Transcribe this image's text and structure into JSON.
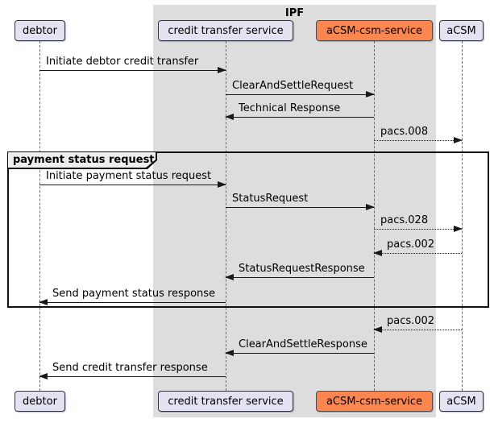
{
  "diagram": {
    "type": "uml-sequence-diagram",
    "box": {
      "title": "IPF",
      "fill": "#dddddd"
    },
    "participants": [
      {
        "label": "debtor",
        "fill": "#e2e2f0"
      },
      {
        "label": "credit transfer service",
        "fill": "#e2e2f0"
      },
      {
        "label": "aCSM-csm-service",
        "fill": "#fb8650"
      },
      {
        "label": "aCSM",
        "fill": "#e2e2f0"
      }
    ],
    "group": {
      "label": "payment status request"
    },
    "messages": [
      {
        "label": "Initiate debtor credit transfer",
        "from": "debtor",
        "to": "credit transfer service",
        "line": "solid",
        "direction": "right"
      },
      {
        "label": "ClearAndSettleRequest",
        "from": "credit transfer service",
        "to": "aCSM-csm-service",
        "line": "solid",
        "direction": "right"
      },
      {
        "label": "Technical Response",
        "from": "aCSM-csm-service",
        "to": "credit transfer service",
        "line": "solid",
        "direction": "left"
      },
      {
        "label": "pacs.008",
        "from": "aCSM-csm-service",
        "to": "aCSM",
        "line": "dotted",
        "direction": "right"
      },
      {
        "label": "Initiate payment status request",
        "from": "debtor",
        "to": "credit transfer service",
        "line": "solid",
        "direction": "right"
      },
      {
        "label": "StatusRequest",
        "from": "credit transfer service",
        "to": "aCSM-csm-service",
        "line": "solid",
        "direction": "right"
      },
      {
        "label": "pacs.028",
        "from": "aCSM-csm-service",
        "to": "aCSM",
        "line": "dotted",
        "direction": "right"
      },
      {
        "label": "pacs.002",
        "from": "aCSM",
        "to": "aCSM-csm-service",
        "line": "dotted",
        "direction": "left"
      },
      {
        "label": "StatusRequestResponse",
        "from": "aCSM-csm-service",
        "to": "credit transfer service",
        "line": "solid",
        "direction": "left"
      },
      {
        "label": "Send payment status response",
        "from": "credit transfer service",
        "to": "debtor",
        "line": "solid",
        "direction": "left"
      },
      {
        "label": "pacs.002",
        "from": "aCSM",
        "to": "aCSM-csm-service",
        "line": "dotted",
        "direction": "left"
      },
      {
        "label": "ClearAndSettleResponse",
        "from": "aCSM-csm-service",
        "to": "credit transfer service",
        "line": "solid",
        "direction": "left"
      },
      {
        "label": "Send credit transfer response",
        "from": "credit transfer service",
        "to": "debtor",
        "line": "solid",
        "direction": "left"
      }
    ],
    "colors": {
      "participant_fill": "#e2e2f0",
      "highlight_fill": "#fb8650",
      "box_fill": "#dddddd",
      "line": "#181818"
    }
  }
}
